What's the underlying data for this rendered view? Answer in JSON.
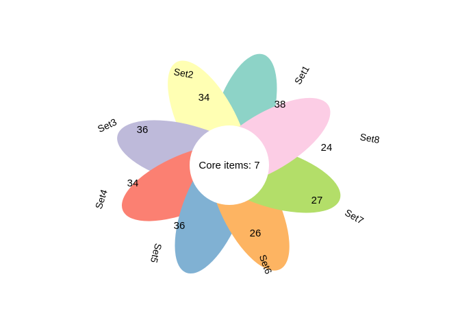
{
  "core": {
    "label": "Core items: 7"
  },
  "petals": [
    {
      "set": "Set1",
      "count": "38",
      "color": "#8dd3c7"
    },
    {
      "set": "Set2",
      "count": "34",
      "color": "#ffffb3"
    },
    {
      "set": "Set3",
      "count": "36",
      "color": "#bebada"
    },
    {
      "set": "Set4",
      "count": "34",
      "color": "#fb8072"
    },
    {
      "set": "Set5",
      "count": "36",
      "color": "#80b1d3"
    },
    {
      "set": "Set6",
      "count": "26",
      "color": "#fdb462"
    },
    {
      "set": "Set7",
      "count": "27",
      "color": "#b3de69"
    },
    {
      "set": "Set8",
      "count": "24",
      "color": "#fccde5"
    }
  ]
}
